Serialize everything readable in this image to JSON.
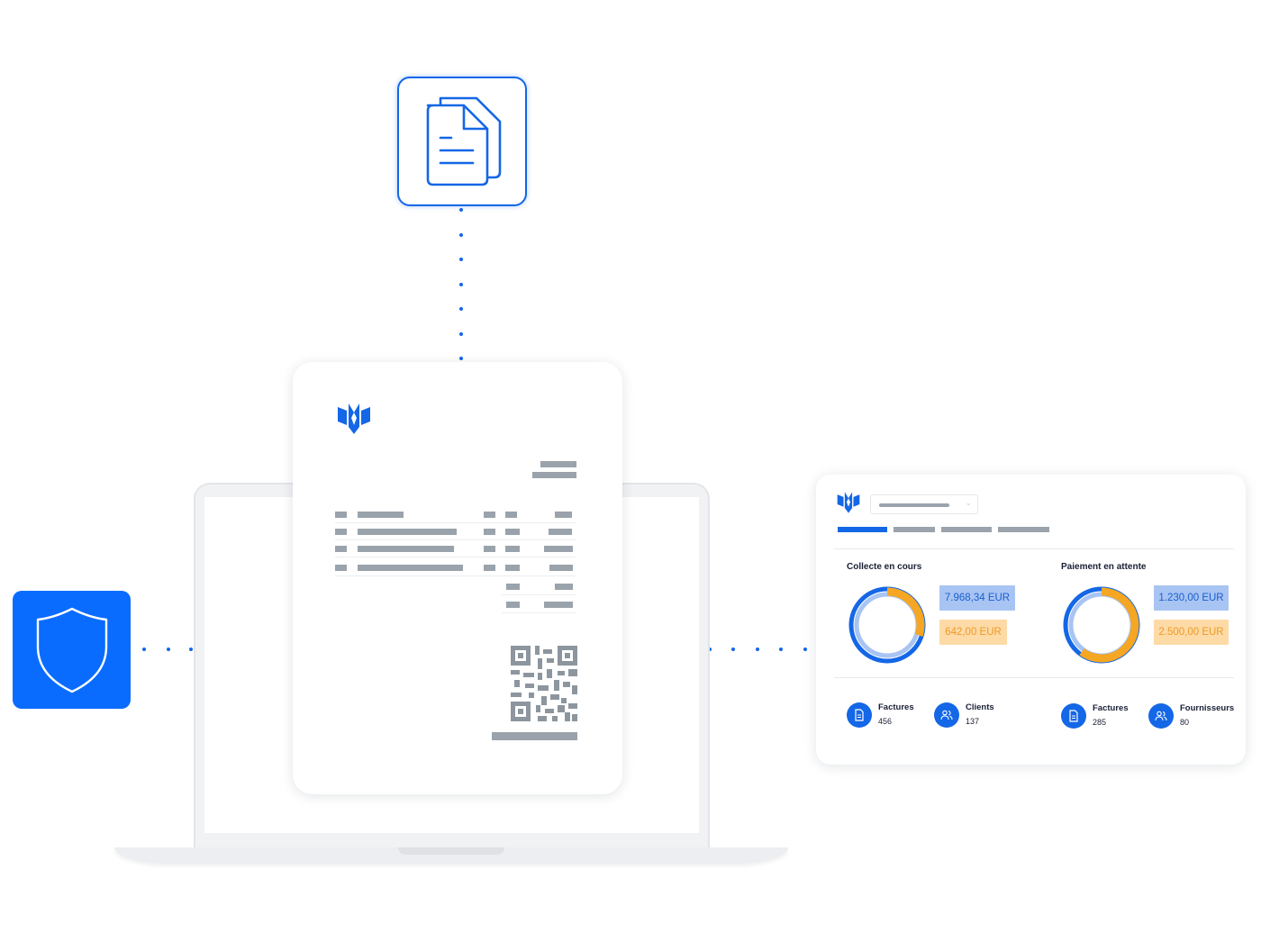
{
  "icons": {
    "documents": "documents-icon",
    "shield": "shield-icon",
    "logo": "logo-icon",
    "invoice_file": "file-icon",
    "users": "users-icon"
  },
  "colors": {
    "accent": "#1467e6",
    "shield_bg": "#0a6cff",
    "placeholder_gray": "#9aa3ab",
    "amount_blue_bg": "#a8c4f3",
    "amount_orange_bg": "#fddaa6",
    "donut_orange": "#f5a623"
  },
  "dashboard": {
    "sections": [
      {
        "title": "Collecte en cours",
        "amount_primary": "7.968,34 EUR",
        "amount_secondary": "642,00 EUR",
        "donut_orange_fraction": 0.3
      },
      {
        "title": "Paiement en attente",
        "amount_primary": "1.230,00 EUR",
        "amount_secondary": "2.500,00 EUR",
        "donut_orange_fraction": 0.6
      }
    ],
    "stats": [
      {
        "label": "Factures",
        "value": "456",
        "icon": "file-icon"
      },
      {
        "label": "Clients",
        "value": "137",
        "icon": "users-icon"
      },
      {
        "label": "Factures",
        "value": "285",
        "icon": "file-icon"
      },
      {
        "label": "Fournisseurs",
        "value": "80",
        "icon": "users-icon"
      }
    ]
  }
}
